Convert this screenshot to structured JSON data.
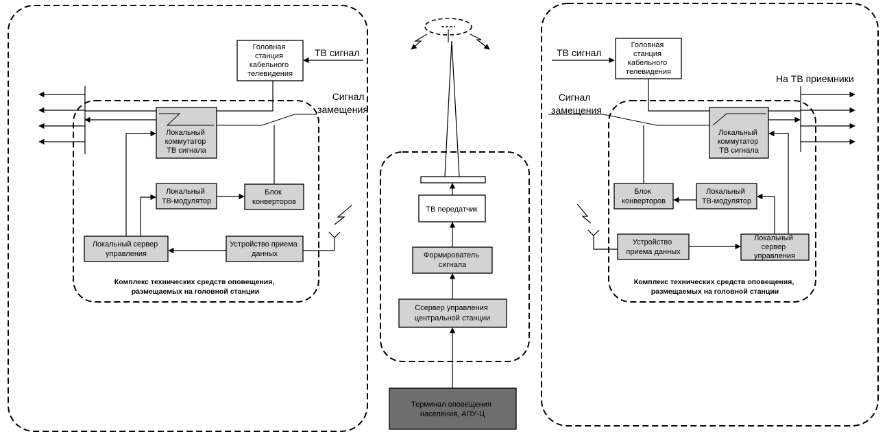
{
  "colors": {
    "box_gray": "#d3d3d3",
    "box_dark": "#6e6e6e",
    "line": "#000000"
  },
  "left": {
    "headend": [
      "Головная",
      "станция",
      "кабельного",
      "телевидения"
    ],
    "tv_signal": "ТВ сигнал",
    "replacement_signal": [
      "Сигнал",
      "замещения"
    ],
    "switch": [
      "Локальный",
      "коммутатор",
      "ТВ сигнала"
    ],
    "modulator": [
      "Локальный",
      "ТВ-модулятор"
    ],
    "converter": [
      "Блок",
      "конверторов"
    ],
    "server": [
      "Локальный сервер",
      "управления"
    ],
    "receiver": [
      "Устройство приема",
      "данных"
    ],
    "caption": [
      "Комплекс технических средств оповещения,",
      "размещаемых на головной станции"
    ]
  },
  "center": {
    "transmitter": "ТВ передатчик",
    "shaper": [
      "Формирователь",
      "сигнала"
    ],
    "central_server": [
      "Ссервер управления",
      "центральной станции"
    ],
    "terminal": [
      "Терминал оповещения",
      "населения, АПУ-Ц"
    ]
  },
  "right": {
    "tv_signal": "ТВ сигнал",
    "headend": [
      "Головная",
      "станция",
      "кабельного",
      "телевидения"
    ],
    "to_receivers": "На ТВ приемники",
    "replacement_signal": [
      "Сигнал",
      "замещения"
    ],
    "switch": [
      "Локальный",
      "коммутатор",
      "ТВ сигнала"
    ],
    "converter": [
      "Блок",
      "конверторов"
    ],
    "modulator": [
      "Локальный",
      "ТВ-модулятор"
    ],
    "receiver": [
      "Устройство",
      "приема данных"
    ],
    "server": [
      "Локальный",
      "сервер",
      "управления"
    ],
    "caption": [
      "Комплекс технических средств оповещения,",
      "размещаемых на головной станции"
    ]
  }
}
